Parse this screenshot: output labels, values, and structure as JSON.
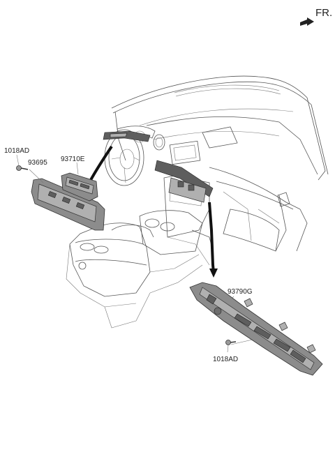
{
  "direction": {
    "label": "FR."
  },
  "parts": {
    "bolt_left": "1018AD",
    "switch_left": "93695",
    "switch_center": "93710E",
    "switch_bar": "93790G",
    "bolt_right": "1018AD"
  },
  "icons": {
    "direction_arrow": "arrow-right-icon"
  }
}
